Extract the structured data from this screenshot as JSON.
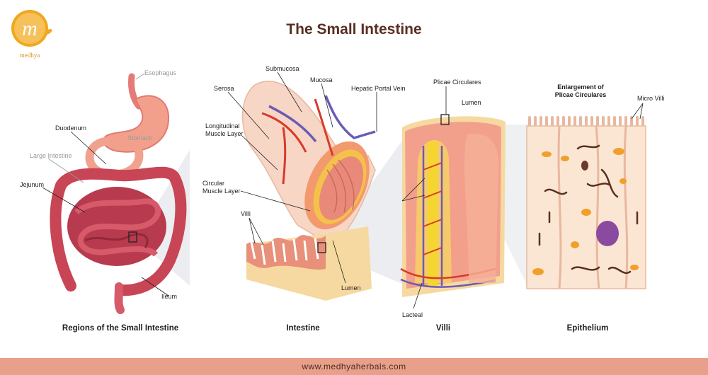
{
  "title": "The Small Intestine",
  "logo": {
    "name": "medhya",
    "glyph": "m"
  },
  "panels": [
    {
      "caption": "Regions of the Small Intestine"
    },
    {
      "caption": "Intestine"
    },
    {
      "caption": "Villi"
    },
    {
      "caption": "Epithelium"
    }
  ],
  "labels": {
    "esophagus": "Esophagus",
    "stomach": "Stomach",
    "duodenum": "Duodenum",
    "large_intestine": "Large Intestine",
    "jejunum": "Jejunum",
    "ileum": "Ileum",
    "submucosa": "Submucosa",
    "mucosa": "Mucosa",
    "hepatic_portal_vein": "Hepatic Portal Vein",
    "serosa": "Serosa",
    "longitudinal_muscle_1": "Longitudinal",
    "longitudinal_muscle_2": "Muscle Layer",
    "circular_muscle_1": "Circular",
    "circular_muscle_2": "Muscle Layer",
    "villi": "Villi",
    "lumen_intestine": "Lumen",
    "plicae_circulares": "Plicae Circulares",
    "lumen_villi": "Lumen",
    "lacteal": "Lacteal",
    "enlargement_1": "Enlargement of",
    "enlargement_2": "Plicae Circulares",
    "micro_villi": "Micro Villi"
  },
  "footer": "www.medhyaherbals.com",
  "colors": {
    "title": "#5a2e22",
    "footer_bg": "#e8a08a",
    "logo": "#f0a91e",
    "tissue": "#f2a08c",
    "intestine_dark": "#b83a4e",
    "vein": "#6b5bb5",
    "artery": "#d83a2a",
    "lacteal": "#f5d630"
  }
}
